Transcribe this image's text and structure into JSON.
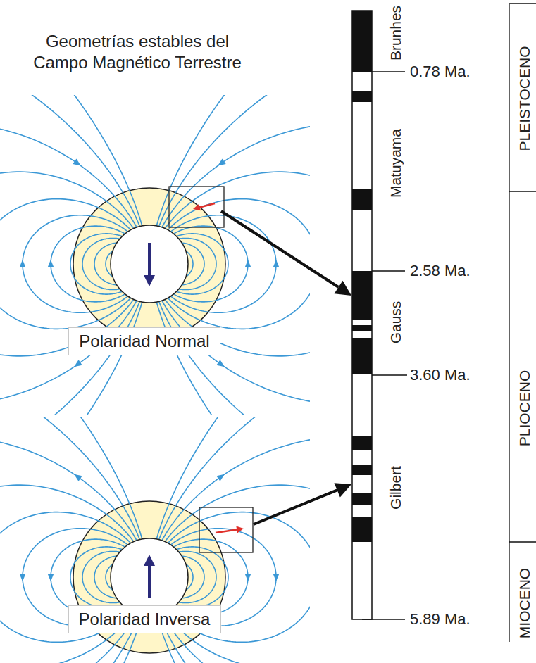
{
  "diagram": {
    "title": "Geometrías estables del Campo Magnético Terrestre",
    "nodes": [
      {
        "text": [
          "Polaridad Normal"
        ]
      },
      {
        "text": [
          "Polaridad Inversa"
        ]
      }
    ],
    "labels": [
      "Brunhes",
      "0.78 Ma.",
      "PLEISTOCENO",
      "Matuyama",
      "2.58 Ma.",
      "Gauss",
      "3.60 Ma.",
      "PLIOCENO",
      "Gilbert",
      "MIOCENO",
      "5.89 Ma."
    ]
  }
}
